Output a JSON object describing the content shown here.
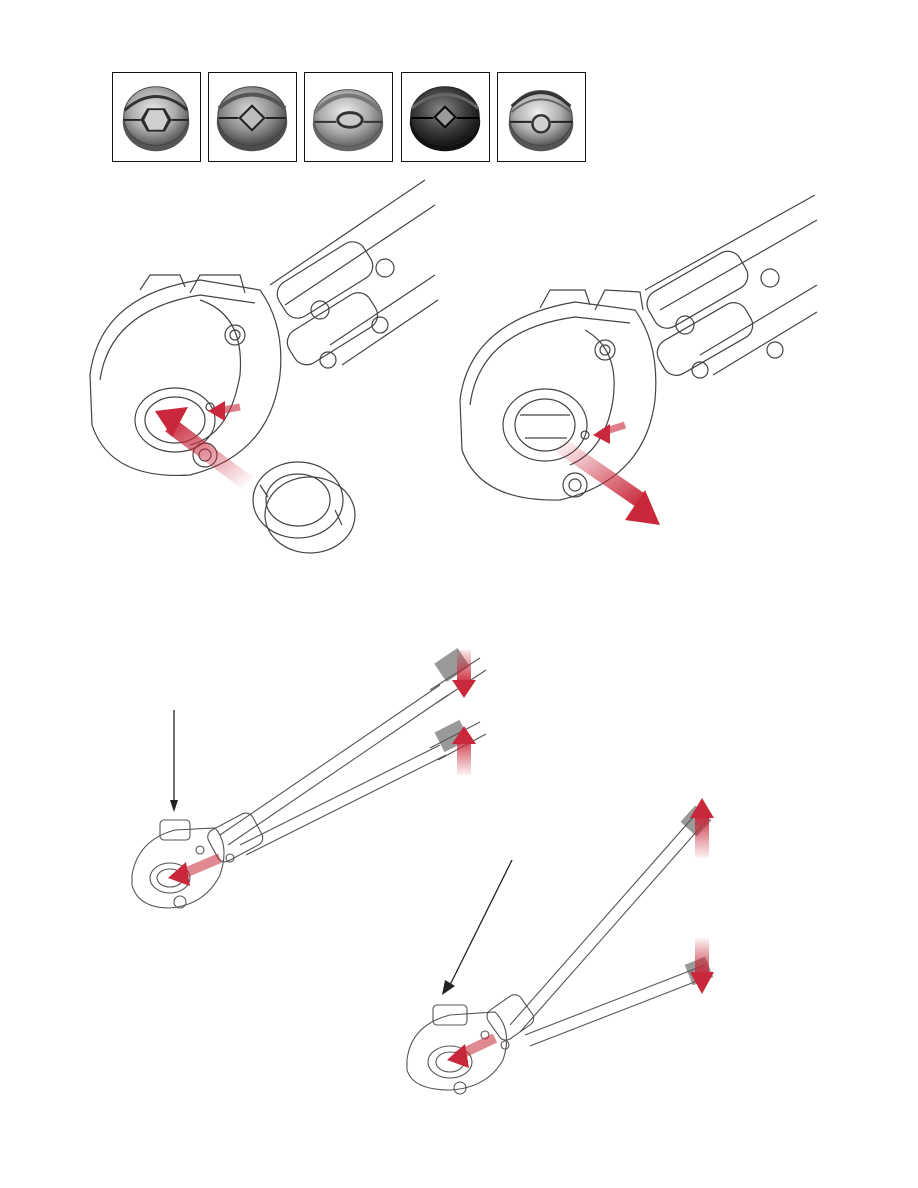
{
  "page": {
    "background": "#ffffff",
    "accent_arrow_color": "#c8283a",
    "line_color": "#333333"
  },
  "die_inserts": [
    {
      "shape": "hexagon",
      "tone": "#9a9a9a"
    },
    {
      "shape": "square",
      "tone": "#8d8d8d"
    },
    {
      "shape": "oval",
      "tone": "#a5a5a5"
    },
    {
      "shape": "square-dark",
      "tone": "#3f3f3f"
    },
    {
      "shape": "round",
      "tone": "#b0b0b0"
    }
  ],
  "illustrations": [
    {
      "name": "insert-die",
      "direction": "in"
    },
    {
      "name": "remove-die",
      "direction": "out"
    },
    {
      "name": "open-handles",
      "direction": "apart"
    },
    {
      "name": "close-handles",
      "direction": "together"
    }
  ]
}
